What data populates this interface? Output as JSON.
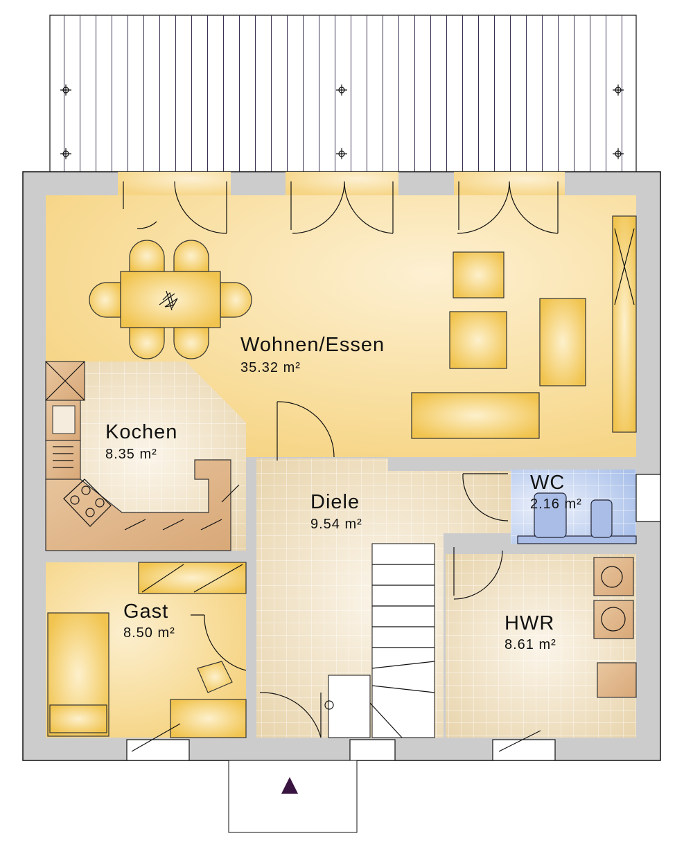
{
  "rooms": {
    "wohnen": {
      "name": "Wohnen/Essen",
      "area": "35.32 m²"
    },
    "kochen": {
      "name": "Kochen",
      "area": "8.35 m²"
    },
    "diele": {
      "name": "Diele",
      "area": "9.54 m²"
    },
    "wc": {
      "name": "WC",
      "area": "2.16 m²"
    },
    "gast": {
      "name": "Gast",
      "area": "8.50 m²"
    },
    "hwr": {
      "name": "HWR",
      "area": "8.61 m²"
    }
  },
  "colors": {
    "living": "#f7d98a",
    "tile": "#ead8b4",
    "wc_tile": "#b9cdf0",
    "wall": "#cccccc",
    "entrance_marker": "#3a1440"
  }
}
